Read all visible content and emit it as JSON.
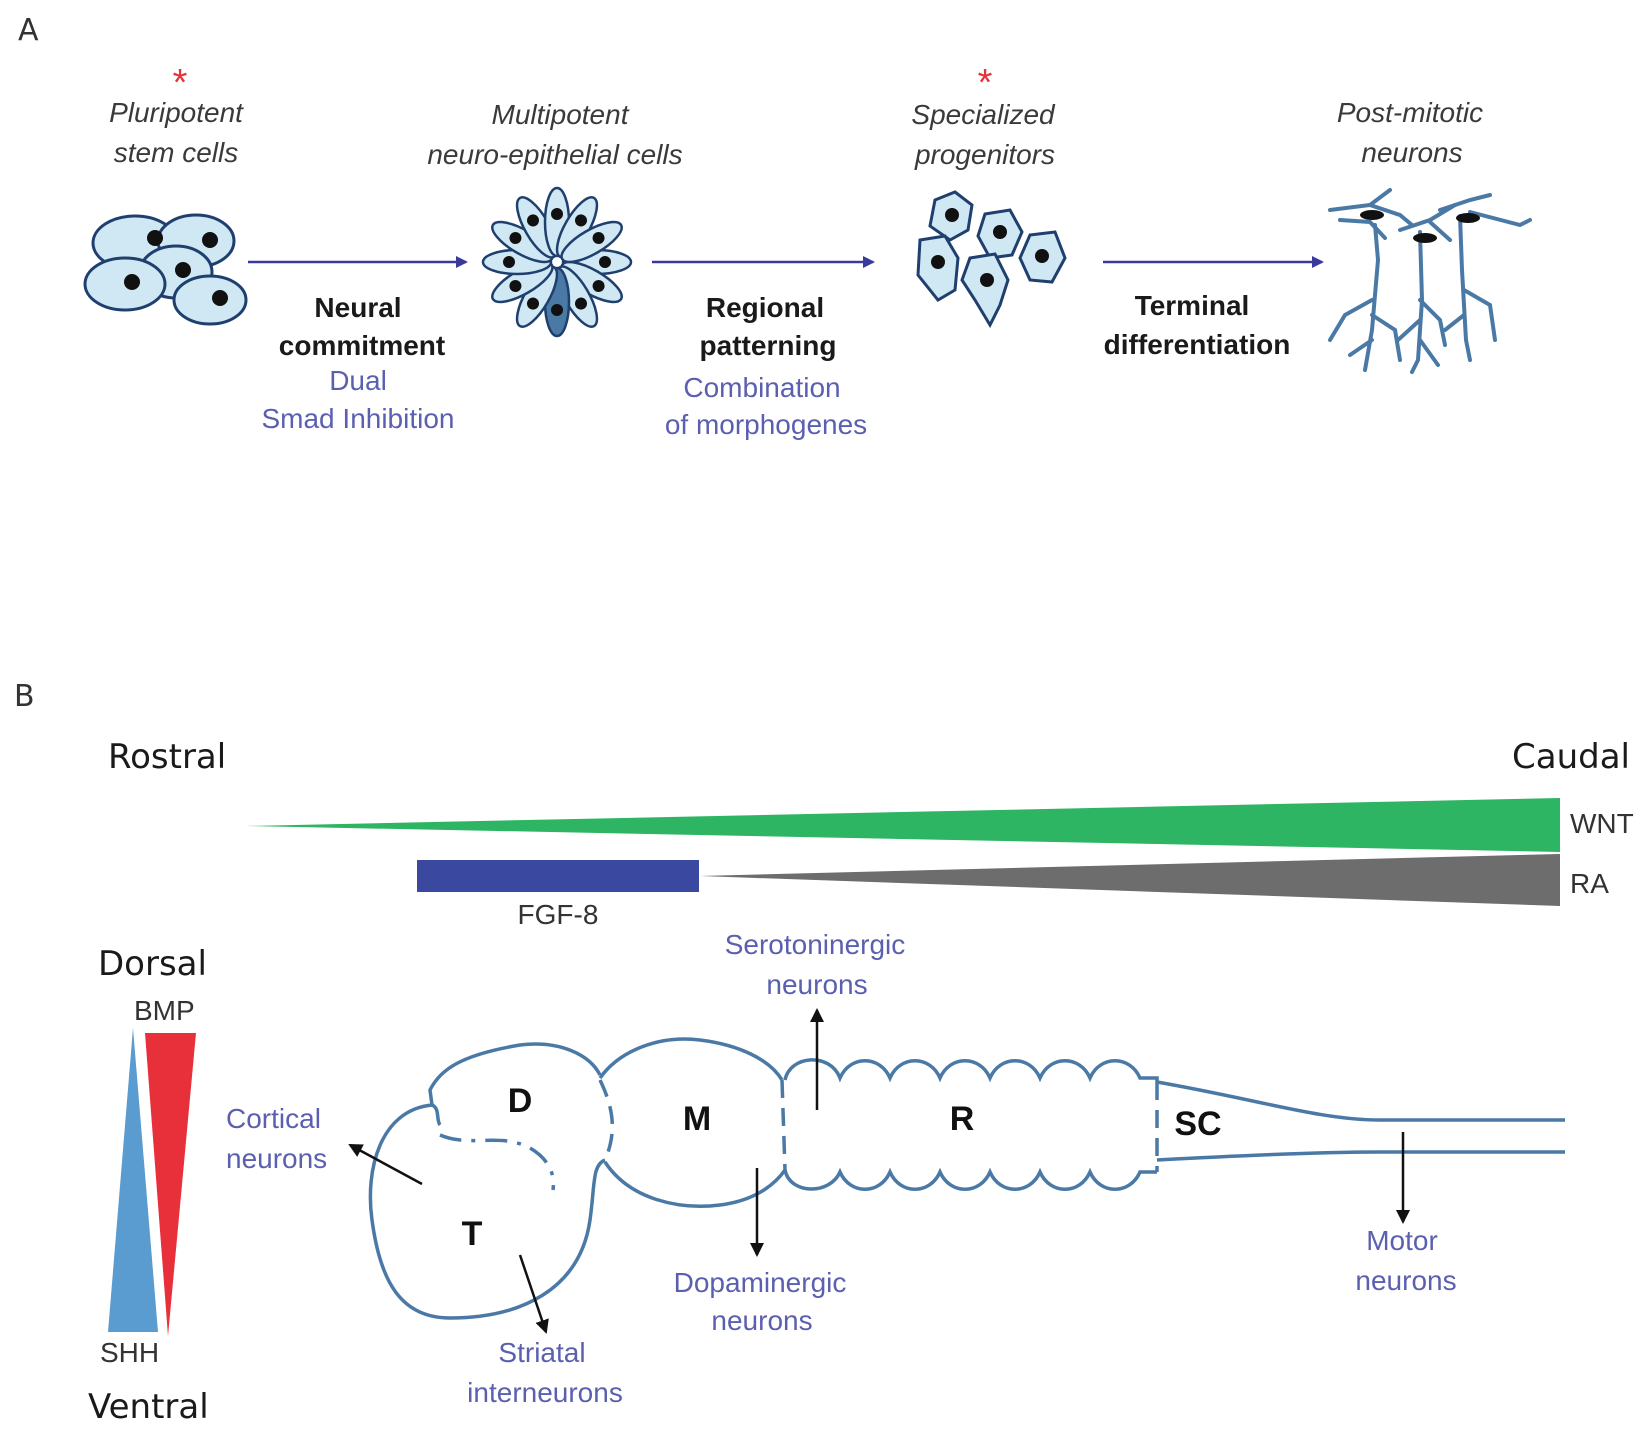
{
  "panel_a": {
    "letter": "A",
    "stages": [
      {
        "line1": "Pluripotent",
        "line2": "stem cells",
        "starred": true
      },
      {
        "line1": "Multipotent",
        "line2": "neuro-epithelial cells",
        "starred": false
      },
      {
        "line1": "Specialized",
        "line2": "progenitors",
        "starred": true
      },
      {
        "line1": "Post-mitotic",
        "line2": "neurons",
        "starred": false
      }
    ],
    "star": "*",
    "steps": [
      {
        "line1": "Neural",
        "line2": "commitment",
        "method1": "Dual",
        "method2": "Smad Inhibition"
      },
      {
        "line1": "Regional",
        "line2": "patterning",
        "method1": "Combination",
        "method2": "of morphogenes"
      },
      {
        "line1": "Terminal",
        "line2": "differentiation",
        "method1": "",
        "method2": ""
      }
    ]
  },
  "panel_b": {
    "letter": "B",
    "rostral": "Rostral",
    "caudal": "Caudal",
    "dorsal": "Dorsal",
    "ventral": "Ventral",
    "signals": {
      "wnt": "WNT",
      "ra": "RA",
      "fgf8": "FGF-8",
      "bmp": "BMP",
      "shh": "SHH"
    },
    "regions": {
      "d": "D",
      "t": "T",
      "m": "M",
      "r": "R",
      "sc": "SC"
    },
    "neurons": {
      "cortical": [
        "Cortical",
        "neurons"
      ],
      "striatal": [
        "Striatal",
        "interneurons"
      ],
      "dopaminergic": [
        "Dopaminergic",
        "neurons"
      ],
      "serotoninergic": [
        "Serotoninergic",
        "neurons"
      ],
      "motor": [
        "Motor",
        "neurons"
      ]
    },
    "colors": {
      "wnt": "#2db563",
      "ra": "#6d6d6d",
      "fgf8": "#3a48a0",
      "bmp": "#e8303a",
      "shh": "#5a9bd0",
      "outline": "#4a79a6"
    }
  }
}
